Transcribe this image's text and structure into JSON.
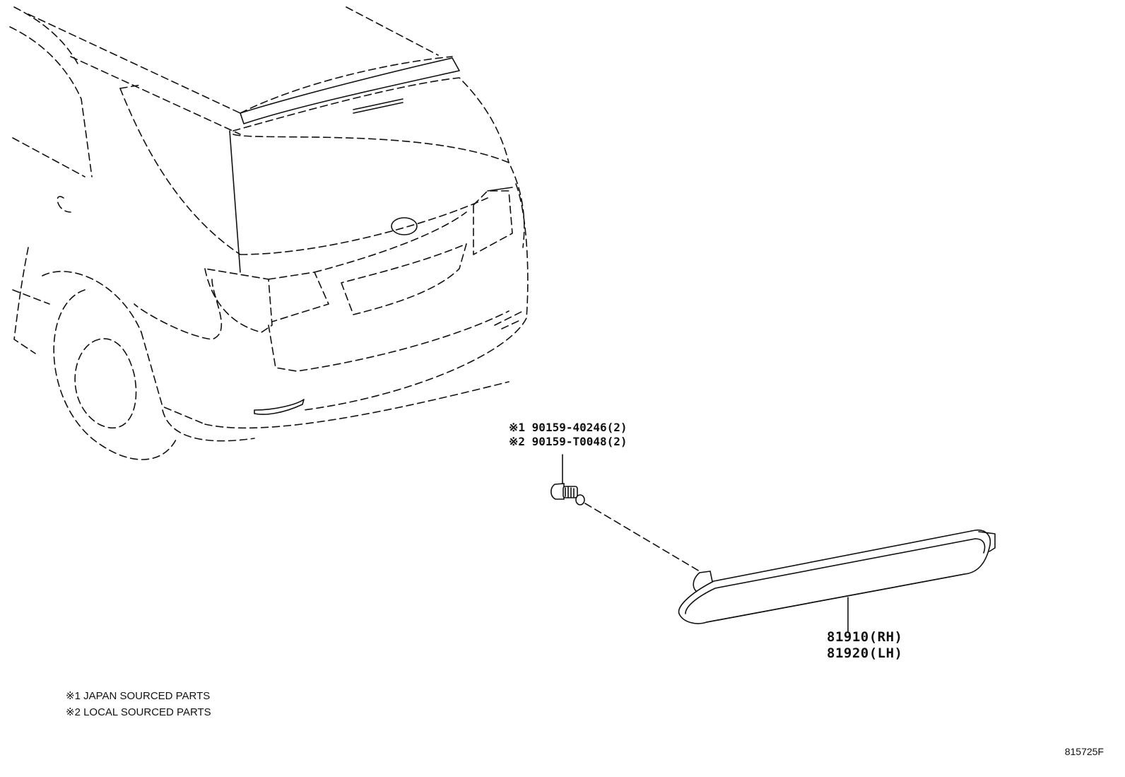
{
  "callouts": {
    "bolt_line_1": "※1 90159-40246(2)",
    "bolt_line_2": "※2 90159-T0048(2)",
    "reflector_line_1": "81910(RH)",
    "reflector_line_2": "81920(LH)"
  },
  "notes": [
    "※1 JAPAN SOURCED PARTS",
    "※2 LOCAL SOURCED PARTS"
  ],
  "figure_number": "815725F"
}
